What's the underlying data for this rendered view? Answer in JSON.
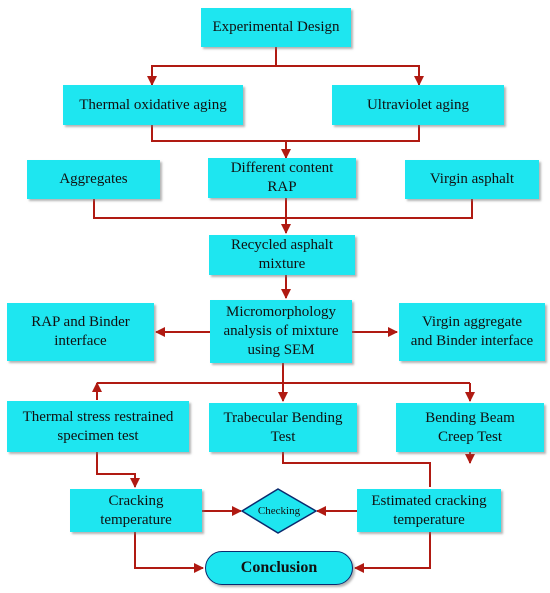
{
  "colors": {
    "box_fill": "#1ee6f0",
    "arrow": "#b01a12",
    "diamond_stroke": "#0a2a6e"
  },
  "nodes": {
    "experimental_design": "Experimental Design",
    "thermal_oxidative_aging": "Thermal oxidative aging",
    "ultraviolet_aging": "Ultraviolet aging",
    "aggregates": "Aggregates",
    "different_content_rap": "Different content\nRAP",
    "virgin_asphalt": "Virgin asphalt",
    "recycled_asphalt_mixture": "Recycled asphalt\nmixture",
    "rap_binder_interface": "RAP and Binder\ninterface",
    "micromorphology_analysis": "Micromorphology\nanalysis of mixture\nusing SEM",
    "virgin_aggregate_binder_interface": "Virgin aggregate\nand Binder interface",
    "thermal_stress_test": "Thermal stress restrained\nspecimen test",
    "trabecular_bending_test": "Trabecular Bending\nTest",
    "bending_beam_creep_test": "Bending Beam\nCreep Test",
    "cracking_temperature": "Cracking\ntemperature",
    "checking": "Checking",
    "estimated_cracking_temperature": "Estimated cracking\ntemperature",
    "conclusion": "Conclusion"
  }
}
